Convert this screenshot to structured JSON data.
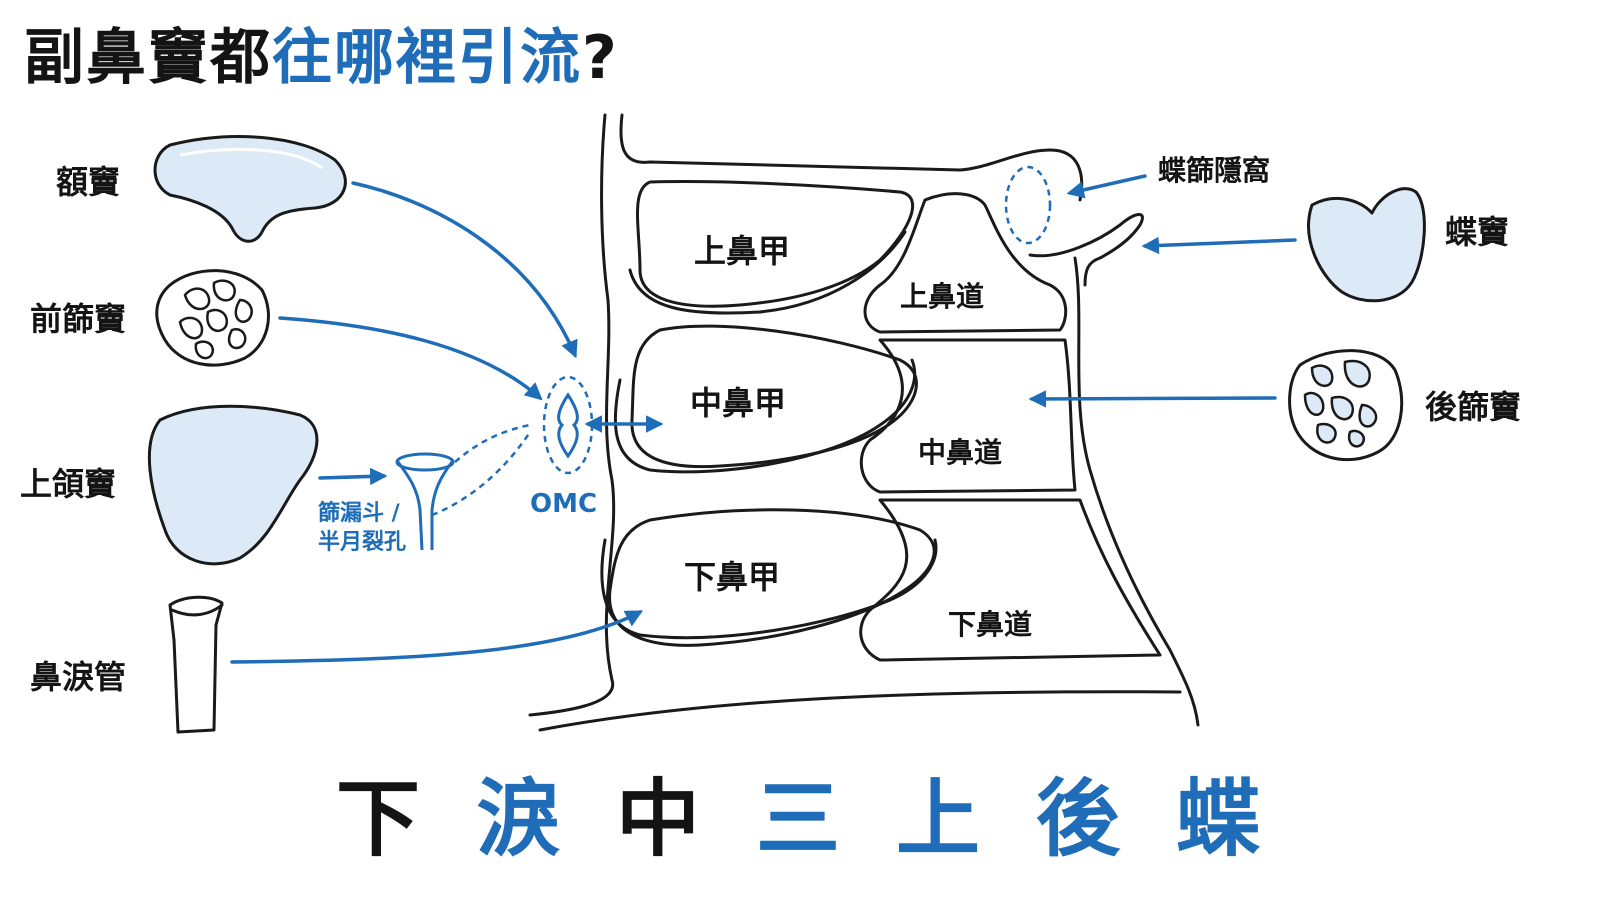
{
  "title": {
    "part1": "副鼻竇都",
    "part2": "往哪裡引流",
    "part3": "?"
  },
  "sinuses_left": {
    "frontal": "額竇",
    "anterior_ethmoid": "前篩竇",
    "maxillary": "上頜竇",
    "nasolacrimal": "鼻淚管"
  },
  "sinuses_right": {
    "sphenoethmoidal_recess": "蝶篩隱窩",
    "sphenoid": "蝶竇",
    "posterior_ethmoid": "後篩竇"
  },
  "structures": {
    "superior_turbinate": "上鼻甲",
    "superior_meatus": "上鼻道",
    "middle_turbinate": "中鼻甲",
    "middle_meatus": "中鼻道",
    "inferior_turbinate": "下鼻甲",
    "inferior_meatus": "下鼻道"
  },
  "omc": "OMC",
  "infundibulum": {
    "line1": "篩漏斗 /",
    "line2": "半月裂孔"
  },
  "mnemonic": [
    "下",
    "淚",
    "中",
    "三",
    "上",
    "後",
    "蝶"
  ],
  "colors": {
    "accent_blue": "#1f6db8",
    "text_dark": "#141414",
    "sinus_fill": "#dce9f6"
  }
}
